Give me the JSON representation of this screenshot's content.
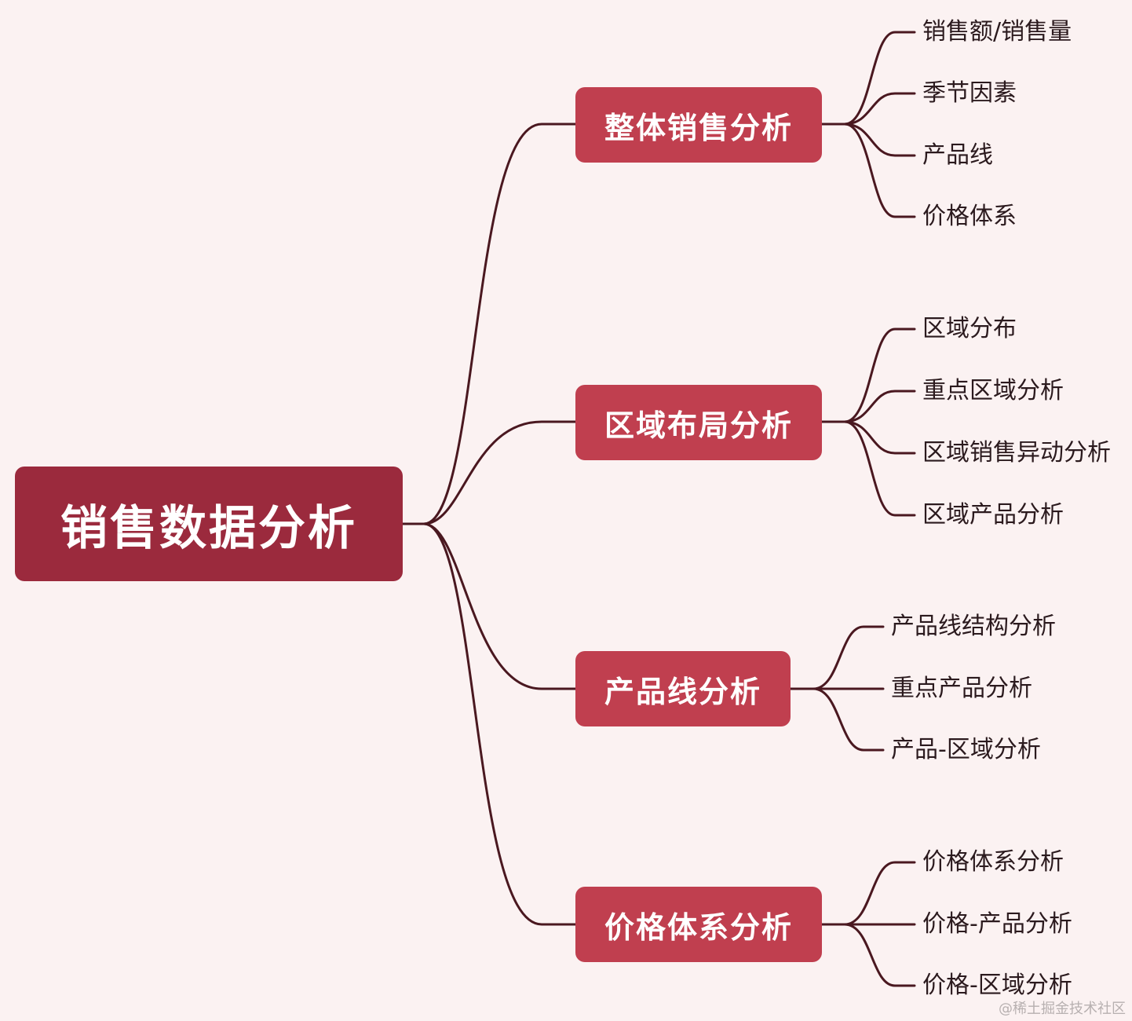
{
  "root": {
    "label": "销售数据分析"
  },
  "branches": [
    {
      "label": "整体销售分析",
      "children": [
        "销售额/销售量",
        "季节因素",
        "产品线",
        "价格体系"
      ]
    },
    {
      "label": "区域布局分析",
      "children": [
        "区域分布",
        "重点区域分析",
        "区域销售异动分析",
        "区域产品分析"
      ]
    },
    {
      "label": "产品线分析",
      "children": [
        "产品线结构分析",
        "重点产品分析",
        "产品-区域分析"
      ]
    },
    {
      "label": "价格体系分析",
      "children": [
        "价格体系分析",
        "价格-产品分析",
        "价格-区域分析"
      ]
    }
  ],
  "watermark": "@稀土掘金技术社区",
  "colors": {
    "background": "#fbf2f2",
    "root_fill": "#9b2a3d",
    "branch_fill": "#c03f4f",
    "connector": "#4a1820",
    "leaf_text": "#2b1a1e",
    "node_text": "#ffffff"
  }
}
